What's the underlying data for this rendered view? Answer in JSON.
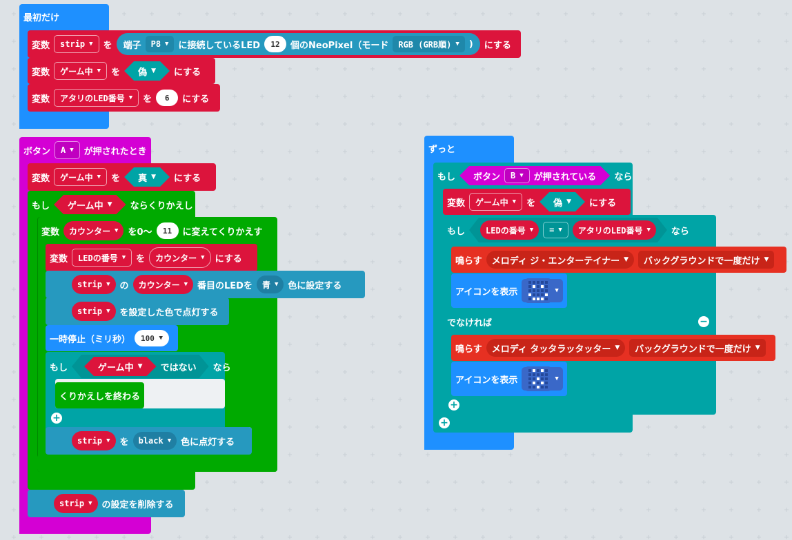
{
  "colors": {
    "basic": "#1e90ff",
    "input": "#d400d4",
    "variables": "#dc143c",
    "loops": "#00aa00",
    "logic": "#00a4a6",
    "neopixel": "#2699bf",
    "music": "#e63022"
  },
  "on_start": {
    "label": "最初だけ",
    "set_strip": {
      "prefix": "変数",
      "var": "strip",
      "to": "を",
      "pin_label": "端子",
      "pin": "P8",
      "connected": "に接続しているLED",
      "count": "12",
      "neopixel": "個のNeoPixel（モード",
      "mode": "RGB (GRB順)",
      "close": ")",
      "suffix": "にする"
    },
    "set_game": {
      "prefix": "変数",
      "var": "ゲーム中",
      "to": "を",
      "value": "偽",
      "suffix": "にする"
    },
    "set_hit": {
      "prefix": "変数",
      "var": "アタリのLED番号",
      "to": "を",
      "value": "6",
      "suffix": "にする"
    }
  },
  "on_button_a": {
    "label": "ボタン",
    "button": "A",
    "pressed": "が押されたとき",
    "set_game": {
      "prefix": "変数",
      "var": "ゲーム中",
      "to": "を",
      "value": "真",
      "suffix": "にする"
    },
    "while": {
      "prefix": "もし",
      "cond": "ゲーム中",
      "suffix": "ならくりかえし"
    },
    "for": {
      "prefix": "変数",
      "var": "カウンター",
      "range": "を0〜",
      "max": "11",
      "suffix": "に変えてくりかえす"
    },
    "set_led": {
      "prefix": "変数",
      "var": "LEDの番号",
      "to": "を",
      "value": "カウンター",
      "suffix": "にする"
    },
    "set_pixel": {
      "strip": "strip",
      "of": "の",
      "index": "カウンター",
      "nth": "番目のLEDを",
      "color": "青",
      "suffix": "色に設定する"
    },
    "show": {
      "strip": "strip",
      "suffix": "を設定した色で点灯する"
    },
    "pause": {
      "label": "一時停止（ミリ秒）",
      "value": "100"
    },
    "if_not": {
      "prefix": "もし",
      "cond": "ゲーム中",
      "not": "ではない",
      "suffix": "なら"
    },
    "break": "くりかえしを終わる",
    "show_color": {
      "strip": "strip",
      "to": "を",
      "color": "black",
      "suffix": "色に点灯する"
    },
    "clear": {
      "strip": "strip",
      "suffix": "の設定を削除する"
    }
  },
  "forever": {
    "label": "ずっと",
    "if_b": {
      "prefix": "もし",
      "button_label": "ボタン",
      "button": "B",
      "pressed": "が押されている",
      "suffix": "なら"
    },
    "set_game": {
      "prefix": "変数",
      "var": "ゲーム中",
      "to": "を",
      "value": "偽",
      "suffix": "にする"
    },
    "if_eq": {
      "prefix": "もし",
      "left": "LEDの番号",
      "op": "=",
      "right": "アタリのLED番号",
      "suffix": "なら"
    },
    "play1": {
      "label": "鳴らす",
      "melody": "メロディ ジ・エンターテイナー",
      "mode": "バックグラウンドで一度だけ"
    },
    "icon1": {
      "label": "アイコンを表示",
      "icon": "happy-face-icon"
    },
    "else": "でなければ",
    "play2": {
      "label": "鳴らす",
      "melody": "メロディ タッタラッタッター",
      "mode": "バックグラウンドで一度だけ"
    },
    "icon2": {
      "label": "アイコンを表示",
      "icon": "surprised-face-icon"
    }
  }
}
